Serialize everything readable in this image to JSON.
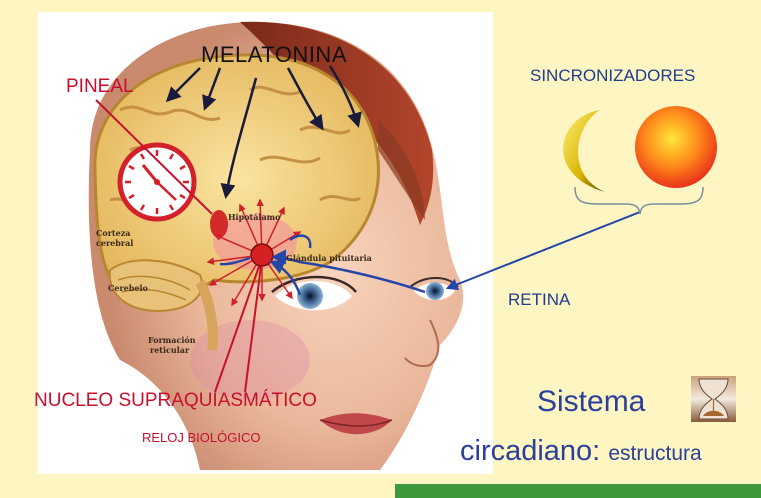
{
  "labels": {
    "melatonina": "MELATONINA",
    "pineal": "PINEAL",
    "sincronizadores": "SINCRONIZADORES",
    "retina": "RETINA",
    "nucleo": "NUCLEO SUPRAQUIASMÁTICO",
    "reloj": "RELOJ BIOLÓGICO",
    "title_line1": "Sistema",
    "title_line2_main": "circadiano:",
    "title_line2_sub": "estructura"
  },
  "brain_labels": {
    "corteza": "Corteza",
    "cerebral": "cerebral",
    "hipotalamo": "Hipotálamo",
    "glandula": "Glándula pituitaria",
    "cerebelo": "Cerebelo",
    "formacion": "Formación",
    "reticular": "reticular"
  },
  "colors": {
    "background": "#fdf6c3",
    "red_label": "#c8102e",
    "blue_label": "#1f3d8f",
    "title": "#2b3f9c",
    "footer_bar": "#3c9a3c"
  },
  "icons": [
    "moon-icon",
    "sun-icon",
    "clock-icon",
    "hourglass-icon"
  ]
}
